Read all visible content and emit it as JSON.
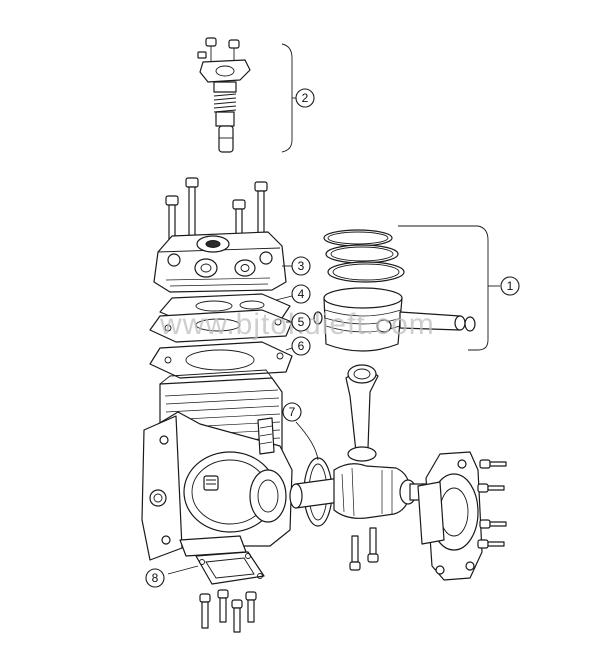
{
  "diagram": {
    "watermark": "www.bjtokdieft.com",
    "callouts": [
      {
        "id": "callout-1",
        "label": "1"
      },
      {
        "id": "callout-2",
        "label": "2"
      },
      {
        "id": "callout-3",
        "label": "3"
      },
      {
        "id": "callout-4",
        "label": "4"
      },
      {
        "id": "callout-5",
        "label": "5"
      },
      {
        "id": "callout-6",
        "label": "6"
      },
      {
        "id": "callout-7",
        "label": "7"
      },
      {
        "id": "callout-8",
        "label": "8"
      }
    ]
  }
}
